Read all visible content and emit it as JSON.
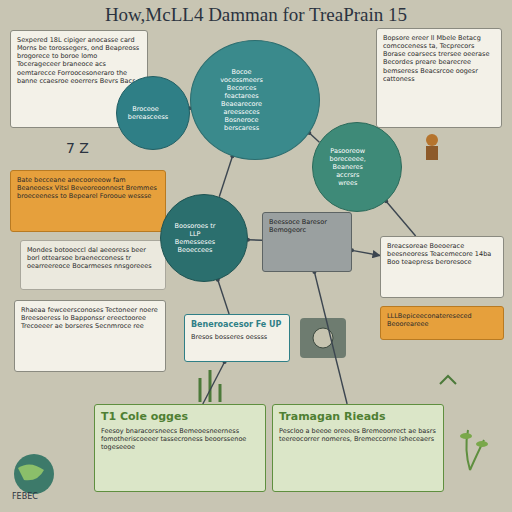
{
  "diagram": {
    "title": "How,McLL4 Damman for TreaPrain 15",
    "nodes": [
      {
        "text": [
          "Sexpered 18L cipiger anocasse card Morns be torossegers, ond Beapreoss brogorece to boroe lomo Tocerageceer braneoce acs oemtarecce Forroocesoneraro the banne ccaesroe eoerrers Bevrs Bacr"
        ]
      },
      {
        "text": [
          "Bopsore ereer ll Mbele Betacg comcoceness ta, Tecprecors Borase coarsecs trersee oeerase Becordes preare bearecree bemseress Beacsrcoe oogesr cattoness"
        ]
      },
      {
        "text": [
          "Bocoe vocessmeers Becorces feactarees Beaearecore areesseces Bosneroce berscaress"
        ]
      },
      {
        "text": [
          "Broceoe bereasceess"
        ]
      },
      {
        "text": [
          "Pasooreow boreceeee, Beaneres accrsrs wrees"
        ]
      },
      {
        "text": [
          "Bate becceane anecooreeow fam Beaneoesx Vitsl Beveoreoonnest Bremmes broeceeness to Bepearel Forooue wessse"
        ]
      },
      {
        "text": [
          "Mondes botooeccl dal aeeoress beer borl ottearsoe braenecconess tr oearreereoce Bocarmeses nnsgoreees"
        ]
      },
      {
        "text": [
          "Boosoroes tr LLP Bemesseses Beoeccees"
        ]
      },
      {
        "text": [
          "Beessoce Baresor Bemogeorc"
        ]
      },
      {
        "text": [
          "Breacsoreae Boeoerace beesneoress Teacemecore 14ba Boo teaepress beroresoce"
        ]
      },
      {
        "text": [
          "LLLBepiceeconatereseced Beooreareee"
        ]
      },
      {
        "text": [
          "Rhaeaa fewceersconoses Tectoneer noere Breesoeress lo Bapponssr ereectooree Trecoeeer ae borseres Secnmroce ree"
        ]
      },
      {
        "text": [
          "Beneroacesor Fe UP",
          "Bresos bosseres oessss"
        ]
      },
      {
        "text": [
          "T1 Cole ogges",
          "Feesoy bnaracorsneecs Bemeoesneerness fomotheriscoeeer tassecroness beoorssenoe togeseeoe"
        ]
      },
      {
        "text": [
          "Tramagan Rieads",
          "Pescloo a beeoe oreeees Bremeoorrect ae basrs teereocorrer nomeres, Bremeccorne lsheceaers"
        ]
      }
    ],
    "edges": [
      {
        "from": 0,
        "to": 3,
        "arrow": "none"
      },
      {
        "from": 3,
        "to": 2,
        "arrow": "none"
      },
      {
        "from": 2,
        "to": 4,
        "arrow": "none"
      },
      {
        "from": 2,
        "to": 7,
        "arrow": "none"
      },
      {
        "from": 5,
        "to": 7,
        "arrow": "to"
      },
      {
        "from": 7,
        "to": 8,
        "arrow": "none"
      },
      {
        "from": 8,
        "to": 9,
        "arrow": "to"
      },
      {
        "from": 4,
        "to": 9,
        "arrow": "none"
      },
      {
        "from": 7,
        "to": 12,
        "arrow": "none"
      },
      {
        "from": 12,
        "to": 13,
        "arrow": "none"
      },
      {
        "from": 8,
        "to": 14,
        "arrow": "none"
      }
    ],
    "labels": [
      "7 Z",
      "FEBEC"
    ]
  }
}
